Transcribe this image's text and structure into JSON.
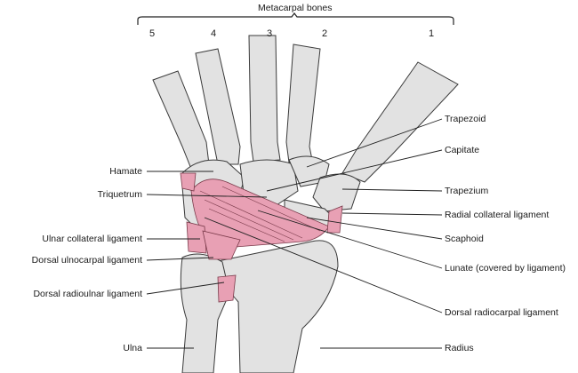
{
  "title": "Metacarpal bones",
  "metacarpal_numbers": [
    "5",
    "4",
    "3",
    "2",
    "1"
  ],
  "left_labels": [
    "Hamate",
    "Triquetrum",
    "Ulnar collateral ligament",
    "Dorsal ulnocarpal ligament",
    "Dorsal radioulnar ligament",
    "Ulna"
  ],
  "right_labels": [
    "Trapezoid",
    "Capitate",
    "Trapezium",
    "Radial collateral ligament",
    "Scaphoid",
    "Lunate (covered by ligament)",
    "Dorsal radiocarpal ligament",
    "Radius"
  ],
  "colors": {
    "bone": "#e2e2e2",
    "bone_stroke": "#3a3a3a",
    "ligament": "#e8a0b4"
  }
}
